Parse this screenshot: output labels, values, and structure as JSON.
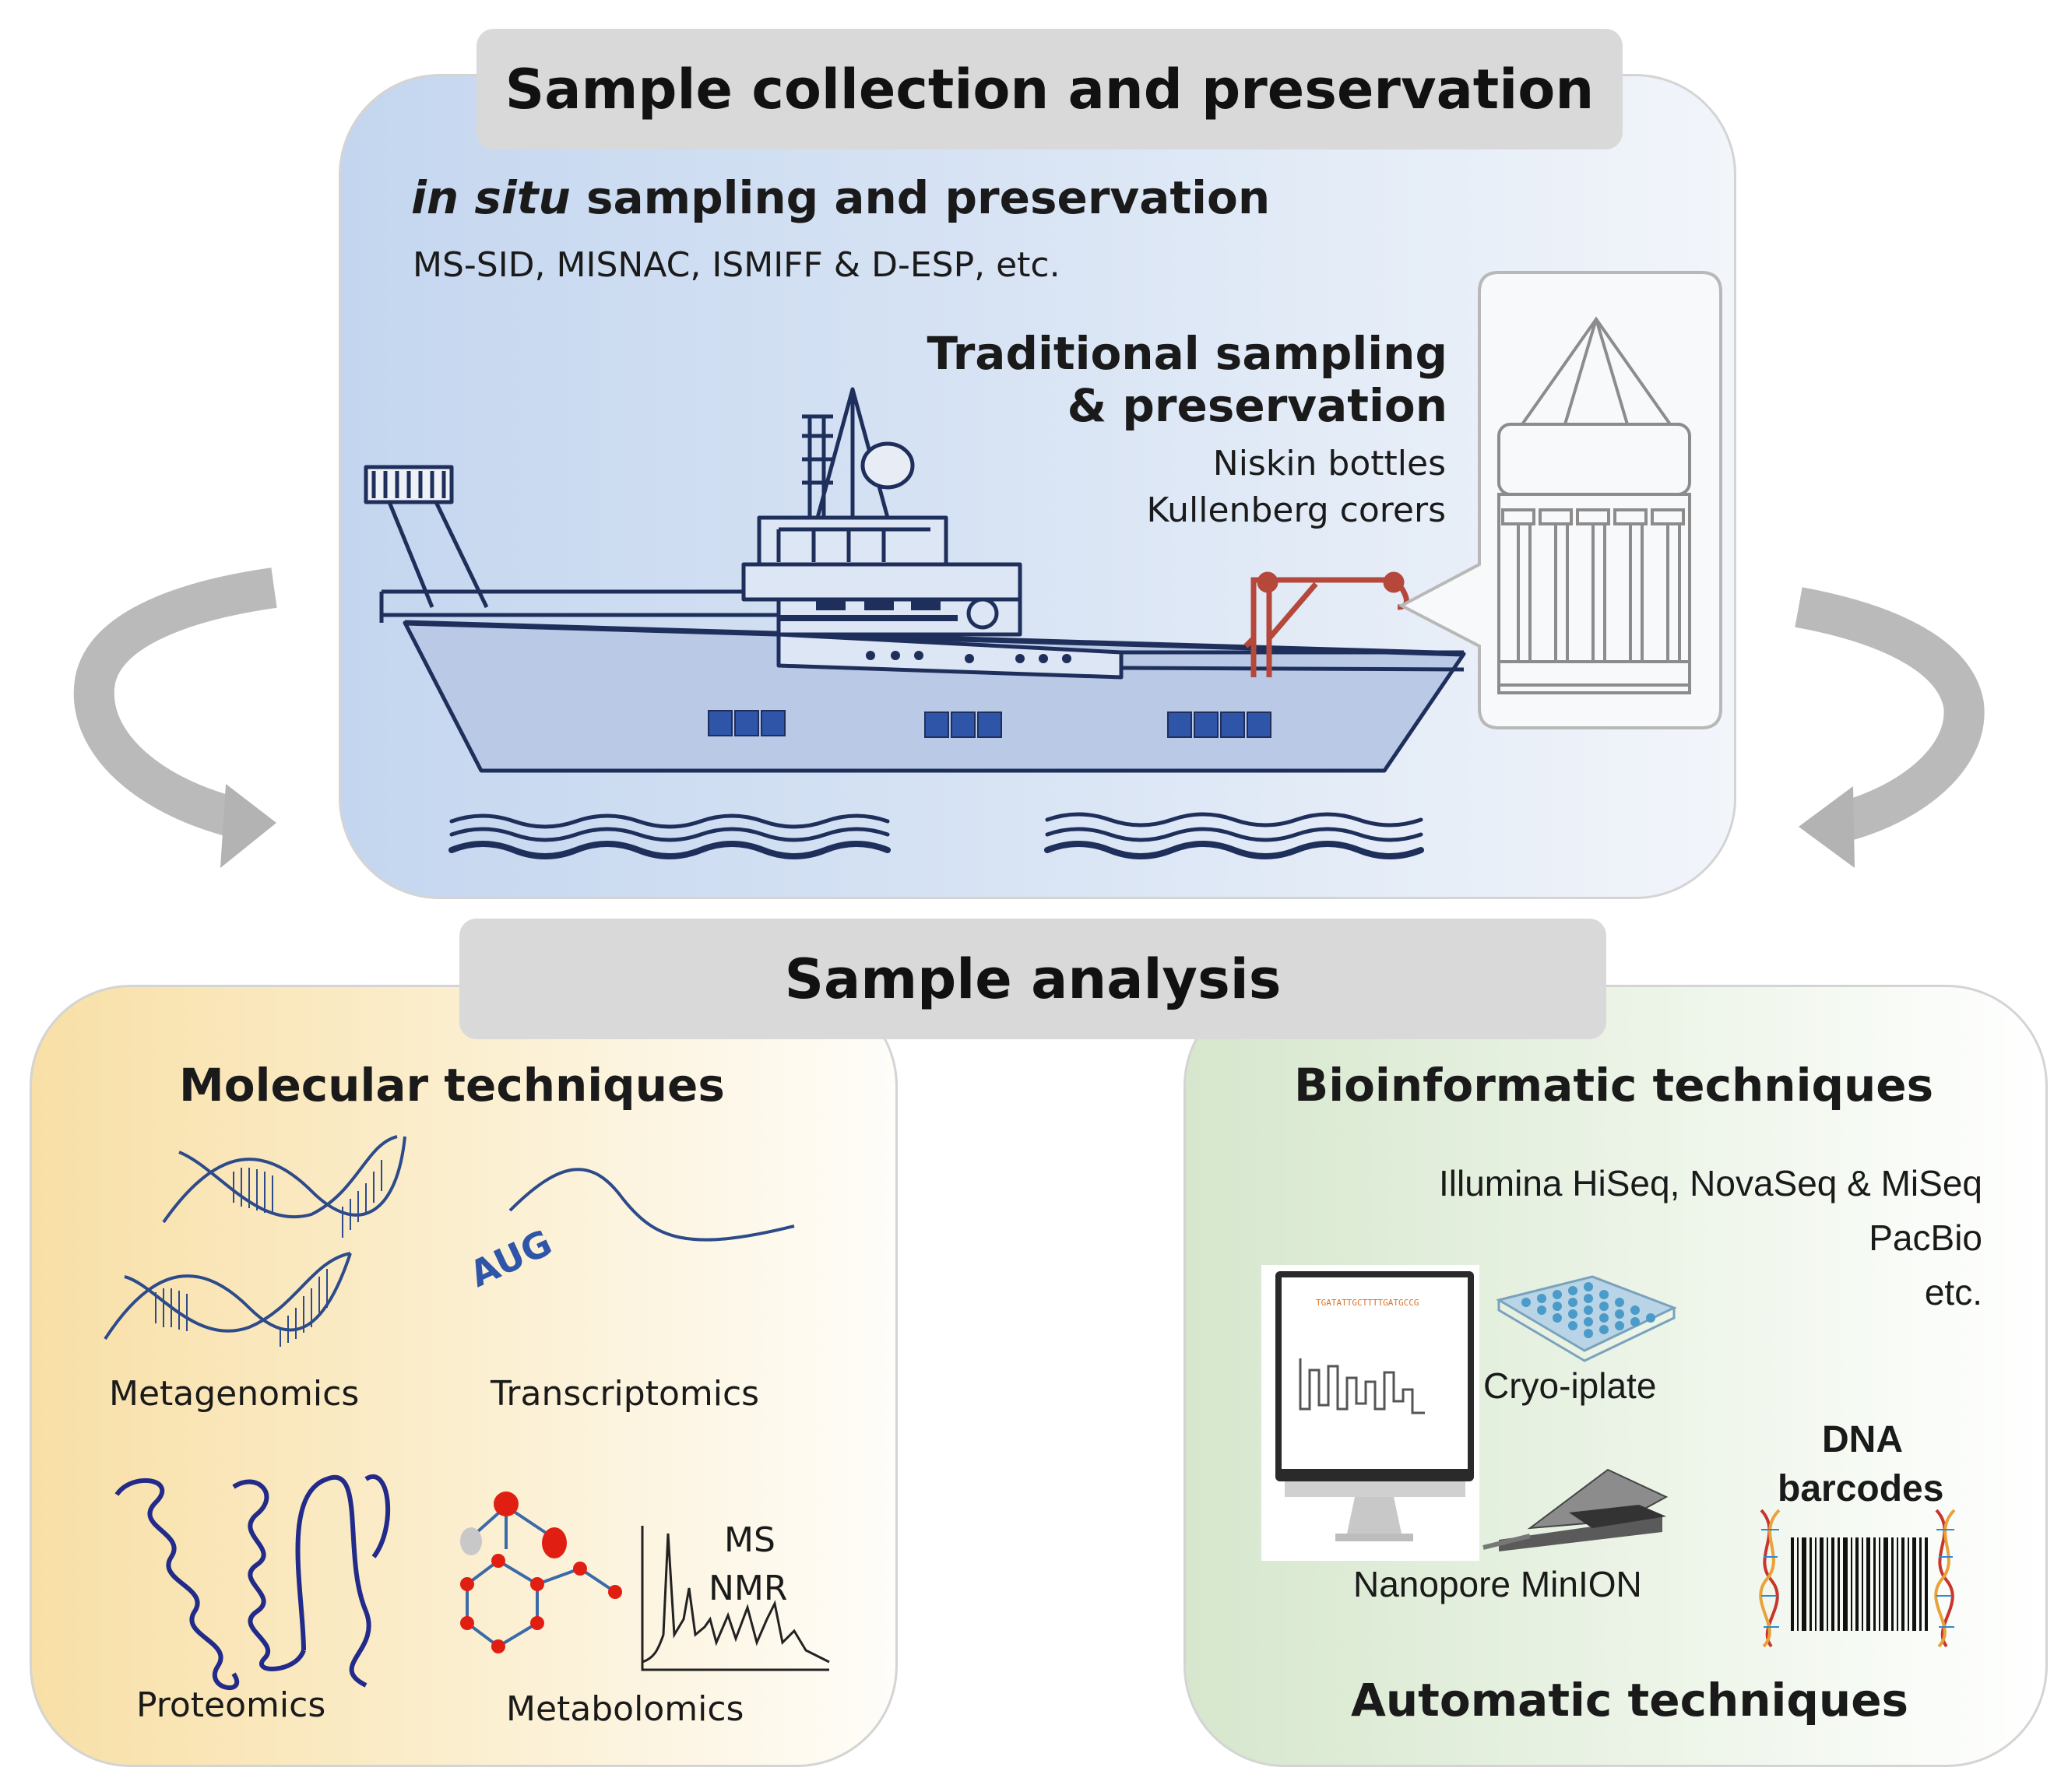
{
  "top": {
    "title": "Sample collection and preservation",
    "insitu": {
      "title_italic": "in situ",
      "title_rest": " sampling and preservation",
      "subtitle": "MS-SID, MISNAC, ISMIFF & D-ESP, etc."
    },
    "traditional": {
      "title_line1": "Traditional sampling",
      "title_line2": "& preservation",
      "item1": "Niskin bottles",
      "item2": "Kullenberg corers"
    }
  },
  "analysis": {
    "title": "Sample analysis",
    "molecular": {
      "title": "Molecular techniques",
      "metagenomics": "Metagenomics",
      "transcriptomics": "Transcriptomics",
      "codon": "AUG",
      "proteomics": "Proteomics",
      "metabolomics": "Metabolomics",
      "ms": "MS",
      "nmr": "NMR"
    },
    "bioinformatic": {
      "title": "Bioinformatic techniques",
      "platform1": "Illumina HiSeq, NovaSeq & MiSeq",
      "platform2": "PacBio",
      "platform3": "etc.",
      "screen_sequence": "TGATATTGCTTTTGATGCCG",
      "cryo": "Cryo-iplate",
      "nanopore": "Nanopore MinION",
      "dna_line1": "DNA",
      "dna_line2": "barcodes"
    },
    "automatic": {
      "title": "Automatic techniques"
    }
  },
  "colors": {
    "ship_outline": "#1f2f5c",
    "ship_hull": "#b9c9e6",
    "ship_window": "#2e55a8",
    "crane": "#b5483b",
    "arrow": "#b3b3b3",
    "dna": "#2d4a8a",
    "protein": "#222a8a",
    "atom_red": "#e01f12"
  }
}
